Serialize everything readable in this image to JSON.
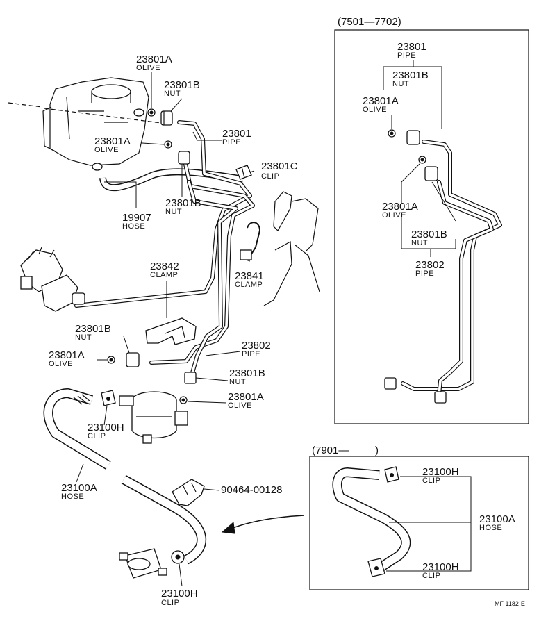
{
  "labels": {
    "l1": {
      "num": "23801A",
      "desc": "OLIVE"
    },
    "l2": {
      "num": "23801B",
      "desc": "NUT"
    },
    "l3": {
      "num": "23801",
      "desc": "PIPE"
    },
    "l4": {
      "num": "23801A",
      "desc": "OLIVE"
    },
    "l5": {
      "num": "23801C",
      "desc": "CLIP"
    },
    "l6": {
      "num": "23801B",
      "desc": "NUT"
    },
    "l7": {
      "num": "19907",
      "desc": "HOSE"
    },
    "l8": {
      "num": "23842",
      "desc": "CLAMP"
    },
    "l9": {
      "num": "23841",
      "desc": "CLAMP"
    },
    "l10": {
      "num": "23801B",
      "desc": "NUT"
    },
    "l11": {
      "num": "23801A",
      "desc": "OLIVE"
    },
    "l12": {
      "num": "23802",
      "desc": "PIPE"
    },
    "l13": {
      "num": "23801B",
      "desc": "NUT"
    },
    "l14": {
      "num": "23801A",
      "desc": "OLIVE"
    },
    "l15": {
      "num": "23100H",
      "desc": "CLIP"
    },
    "l16": {
      "num": "23100A",
      "desc": "HOSE"
    },
    "l17": {
      "num": "90464-00128",
      "desc": ""
    },
    "l18": {
      "num": "23100H",
      "desc": "CLIP"
    },
    "r1": {
      "num": "23801",
      "desc": "PIPE"
    },
    "r2": {
      "num": "23801B",
      "desc": "NUT"
    },
    "r3": {
      "num": "23801A",
      "desc": "OLIVE"
    },
    "r4": {
      "num": "23801A",
      "desc": "OLIVE"
    },
    "r5": {
      "num": "23801B",
      "desc": "NUT"
    },
    "r6": {
      "num": "23802",
      "desc": "PIPE"
    },
    "b1": {
      "num": "23100H",
      "desc": "CLIP"
    },
    "b2": {
      "num": "23100A",
      "desc": "HOSE"
    },
    "b3": {
      "num": "23100H",
      "desc": "CLIP"
    }
  },
  "inset_top": {
    "title": "(7501—7702)"
  },
  "inset_bottom": {
    "title": "(7901—",
    "title_end": ")"
  },
  "footer": {
    "ref": "MF  1182·E"
  }
}
